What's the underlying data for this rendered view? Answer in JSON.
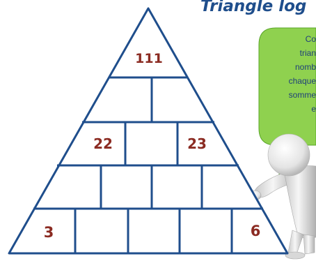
{
  "title": "Triangle log",
  "bubble": {
    "lines": [
      "Co",
      "trian",
      "nomb",
      "chaque",
      "somme",
      "e"
    ],
    "color": "#8fd14f"
  },
  "pyramid": {
    "cells": {
      "top": "111",
      "r3_c0": "22",
      "r3_c2": "23",
      "bottom_first": "3",
      "bottom_last": "6"
    },
    "line_color": "#1f4e8c",
    "number_color": "#8b2b22"
  }
}
